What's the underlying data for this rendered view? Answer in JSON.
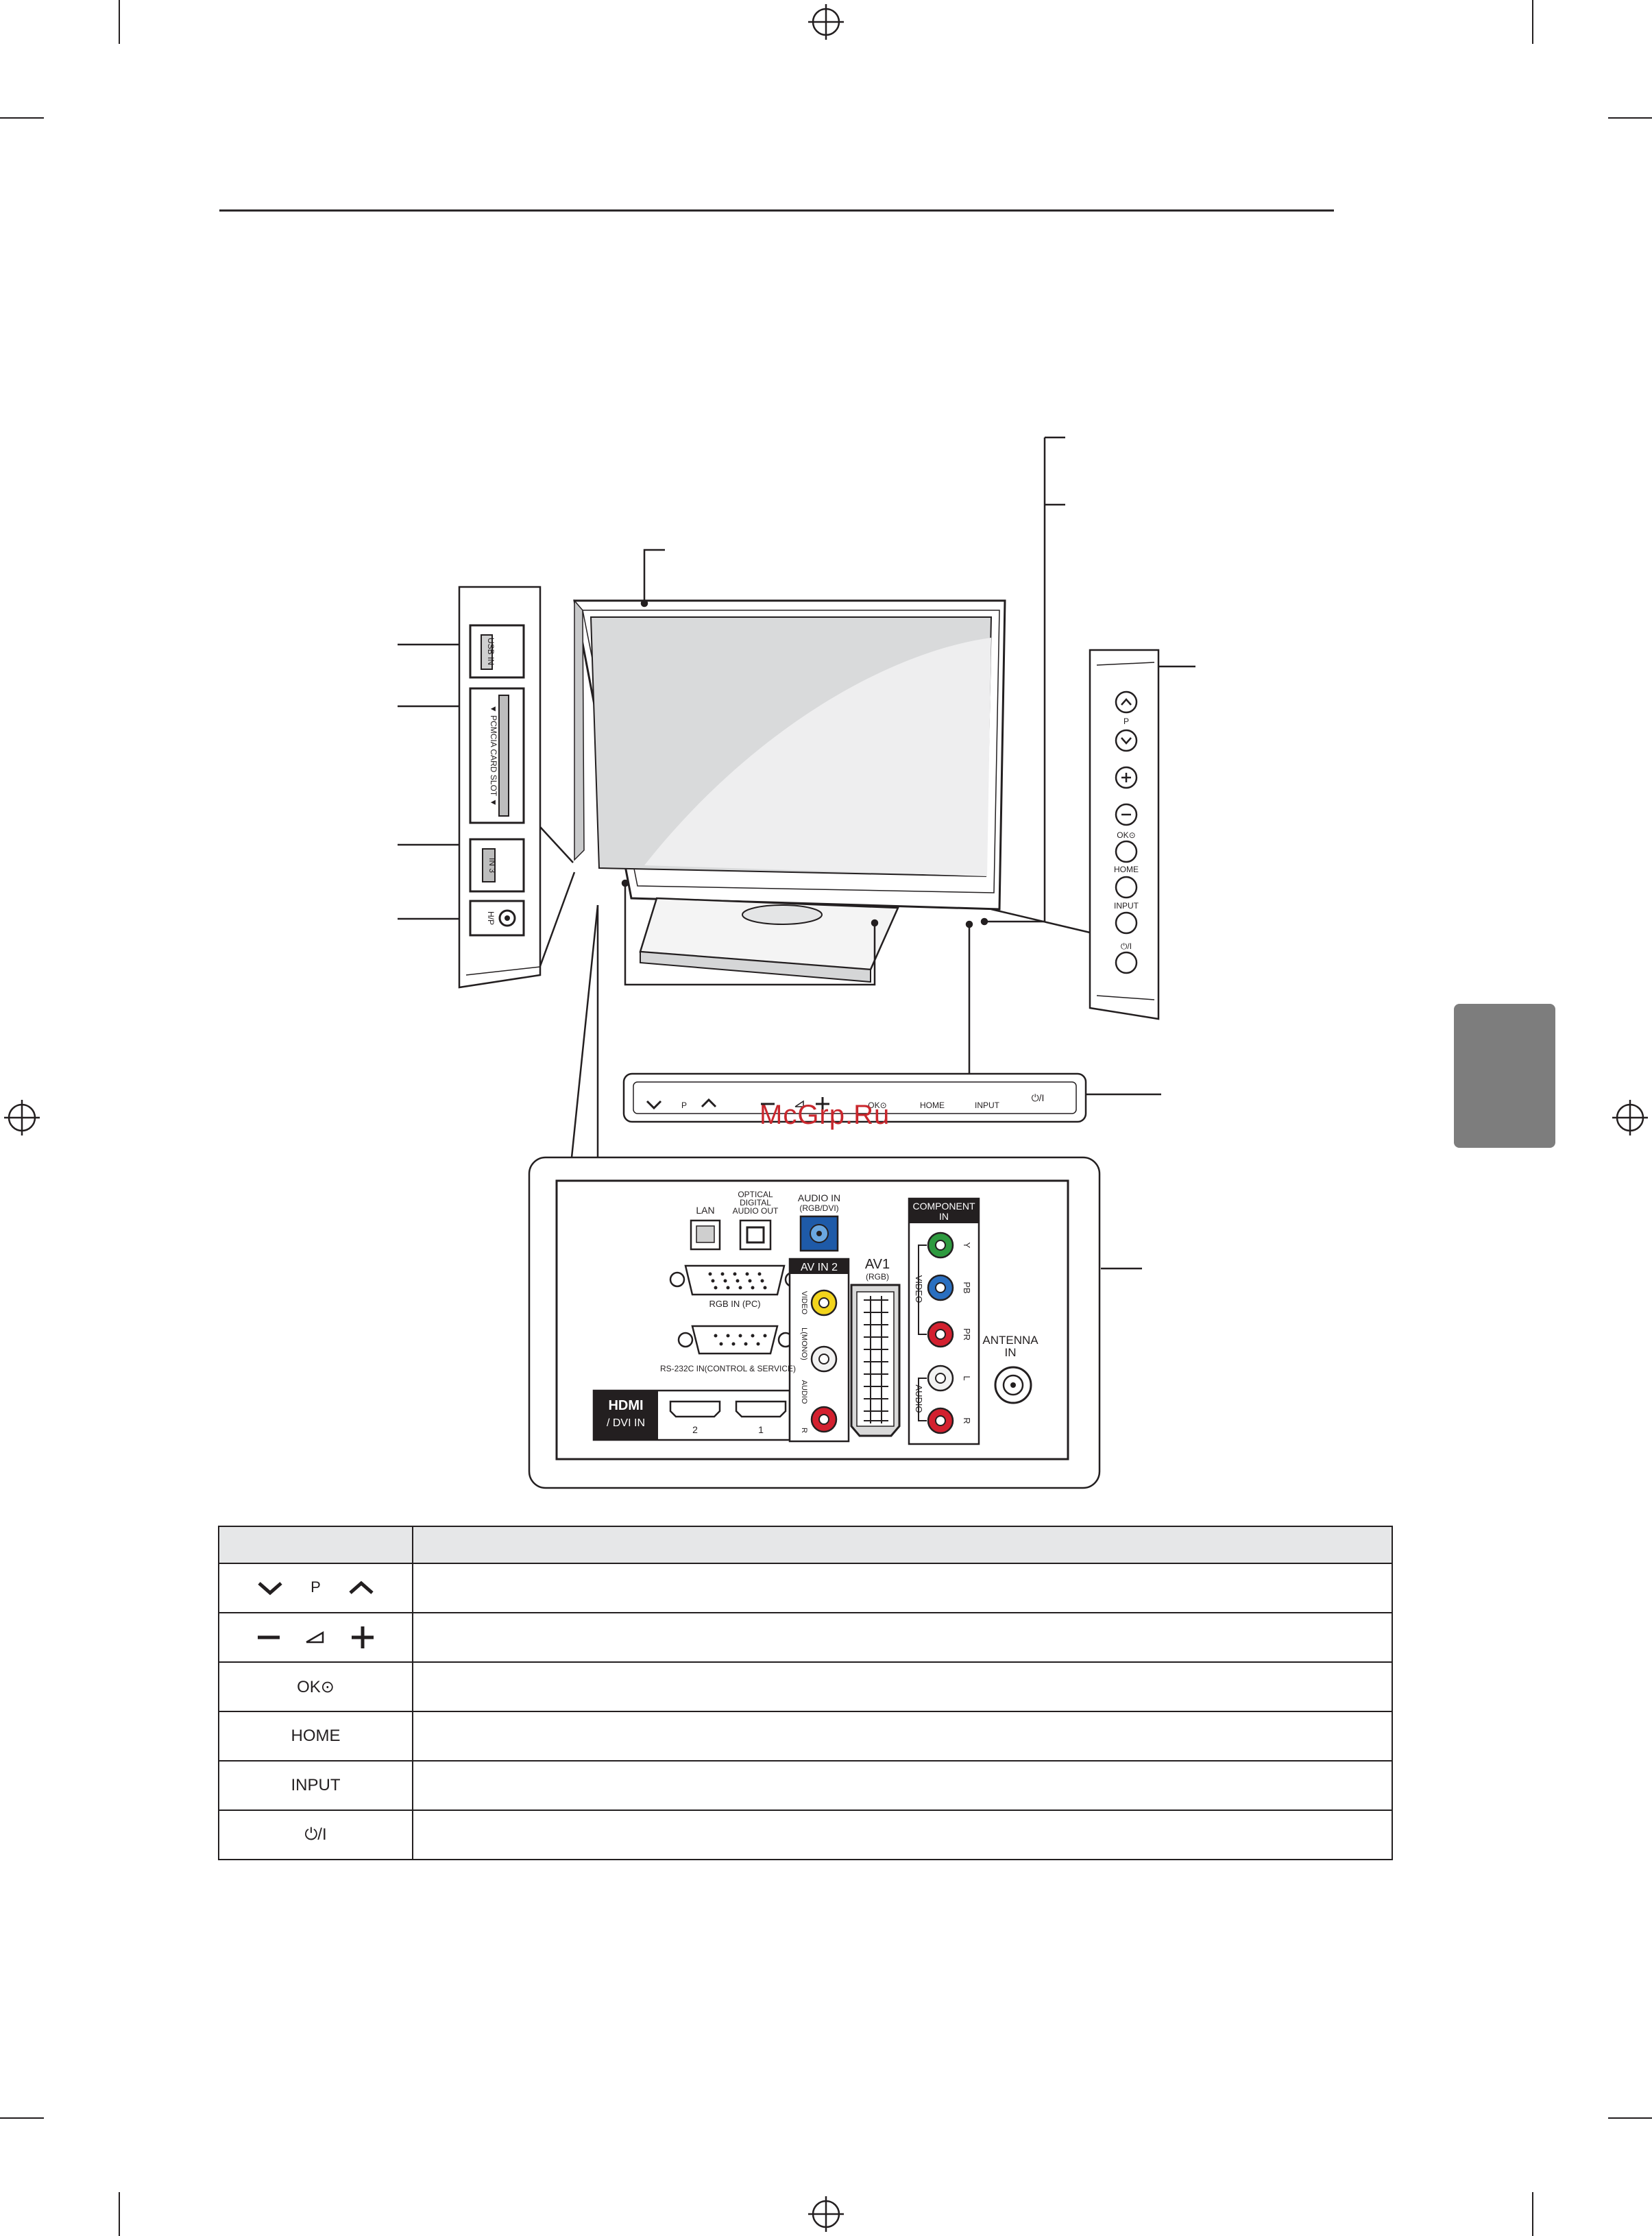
{
  "watermark": "McGrp.Ru",
  "side_panel": {
    "usb_label": "USB IN",
    "pcmcia_label": "▼ PCMCIA CARD SLOT ▼",
    "hdmi_label": "IN 3",
    "headphone_label": "H/P"
  },
  "right_controls": {
    "p": "P",
    "ok": "OK⊙",
    "home": "HOME",
    "input": "INPUT",
    "power": "⏻/I"
  },
  "bottom_bar": {
    "p": "P",
    "ok": "OK⊙",
    "home": "HOME",
    "input": "INPUT",
    "power": "⏻/I"
  },
  "rear_panel": {
    "lan": "LAN",
    "optical_1": "OPTICAL",
    "optical_2": "DIGITAL",
    "optical_3": "AUDIO OUT",
    "audio_in_1": "AUDIO IN",
    "audio_in_2": "(RGB/DVI)",
    "rgb_in": "RGB IN (PC)",
    "rs232": "RS-232C IN(CONTROL & SERVICE)",
    "hdmi_logo": "HDMI",
    "dvi_in": "/ DVI IN",
    "hdmi_2": "2",
    "hdmi_1": "1",
    "av_in_2": "AV IN 2",
    "video": "VIDEO",
    "l_mono": "L(MONO)",
    "audio": "AUDIO",
    "r": "R",
    "av1": "AV1",
    "av1_sub": "(RGB)",
    "component_1": "COMPONENT",
    "component_2": "IN",
    "y": "Y",
    "pb": "PB",
    "pr": "PR",
    "comp_video": "VIDEO",
    "comp_audio": "AUDIO",
    "comp_l": "L",
    "comp_r": "R",
    "antenna_1": "ANTENNA",
    "antenna_2": "IN"
  },
  "key_table": {
    "rows": [
      {
        "keys": "P",
        "description": ""
      },
      {
        "keys": "",
        "description": ""
      },
      {
        "keys": "OK⊙",
        "description": ""
      },
      {
        "keys": "HOME",
        "description": ""
      },
      {
        "keys": "INPUT",
        "description": ""
      },
      {
        "keys": "⏻/I",
        "description": ""
      }
    ]
  }
}
